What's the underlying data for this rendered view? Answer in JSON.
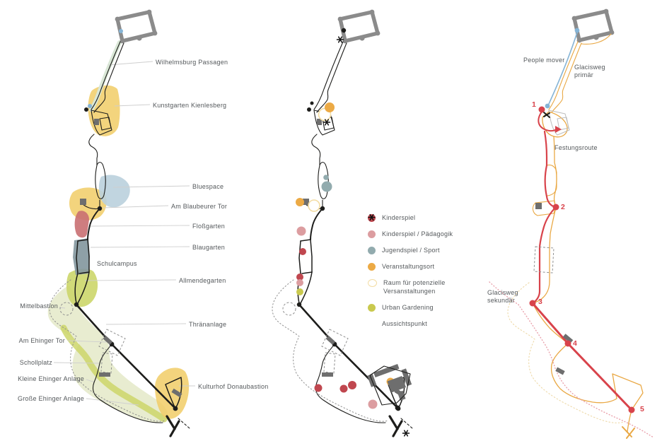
{
  "colors": {
    "label_text": "#54585b",
    "leader": "#cfcfcf",
    "fort": "#8b8b8b",
    "route": "#1d1d1b",
    "outline": "#8f8f8f",
    "building": "#6e6e6e",
    "area_yellow": "#f1cd66",
    "area_blue": "#bad0dd",
    "area_red": "#c96f72",
    "area_slate": "#84989f",
    "area_green": "#ccd66a",
    "area_green_light": "#e4e9c8",
    "band_green": "#d9e7d6",
    "dot_kinderspiel": "#c0474f",
    "dot_paedagogik": "#dc9da0",
    "dot_jugend": "#92abae",
    "dot_veranstaltung": "#ecaa45",
    "ring_raum": "#f3dca2",
    "dot_urban": "#c9c94e",
    "people_mover_blue": "#85b4d6",
    "route_red": "#d8434b",
    "route_orange": "#e9a844",
    "route_pink": "#e9a0ab",
    "glacis_tan": "#eed9a8",
    "waypoint": "#d8434b"
  },
  "left_panel": {
    "labels": [
      "Wilhelmsburg Passagen",
      "Kunstgarten Kienlesberg",
      "Bluespace",
      "Am Blaubeurer Tor",
      "Floßgarten",
      "Blaugarten",
      "Schulcampus",
      "Allmendegarten",
      "Mittelbastion",
      "Thränanlage",
      "Am Ehinger Tor",
      "Schollplatz",
      "Kleine Ehinger Anlage",
      "Große Ehinger Anlage",
      "Kulturhof Donaubastion"
    ]
  },
  "middle_panel": {
    "legend": [
      {
        "label": "Kinderspiel",
        "marker": "dot-red"
      },
      {
        "label": "Kinderspiel / Pädagogik",
        "marker": "dot-pink"
      },
      {
        "label": "Jugendspiel / Sport",
        "marker": "dot-bluegray"
      },
      {
        "label": "Veranstaltungsort",
        "marker": "dot-orange"
      },
      {
        "label": "Raum für potenzielle Versanstaltungen",
        "marker": "ring-cream"
      },
      {
        "label": "Urban Gardening",
        "marker": "dot-green"
      },
      {
        "label": "Aussichtspunkt",
        "marker": "asterisk"
      }
    ]
  },
  "right_panel": {
    "labels": {
      "people_mover": "People mover",
      "glacisweg_primaer": "Glacisweg\nprimär",
      "festungsroute": "Festungsroute",
      "glacisweg_sekundaer": "Glacisweg\nsekundär"
    },
    "waypoints": [
      "1",
      "2",
      "3",
      "4",
      "5"
    ]
  }
}
